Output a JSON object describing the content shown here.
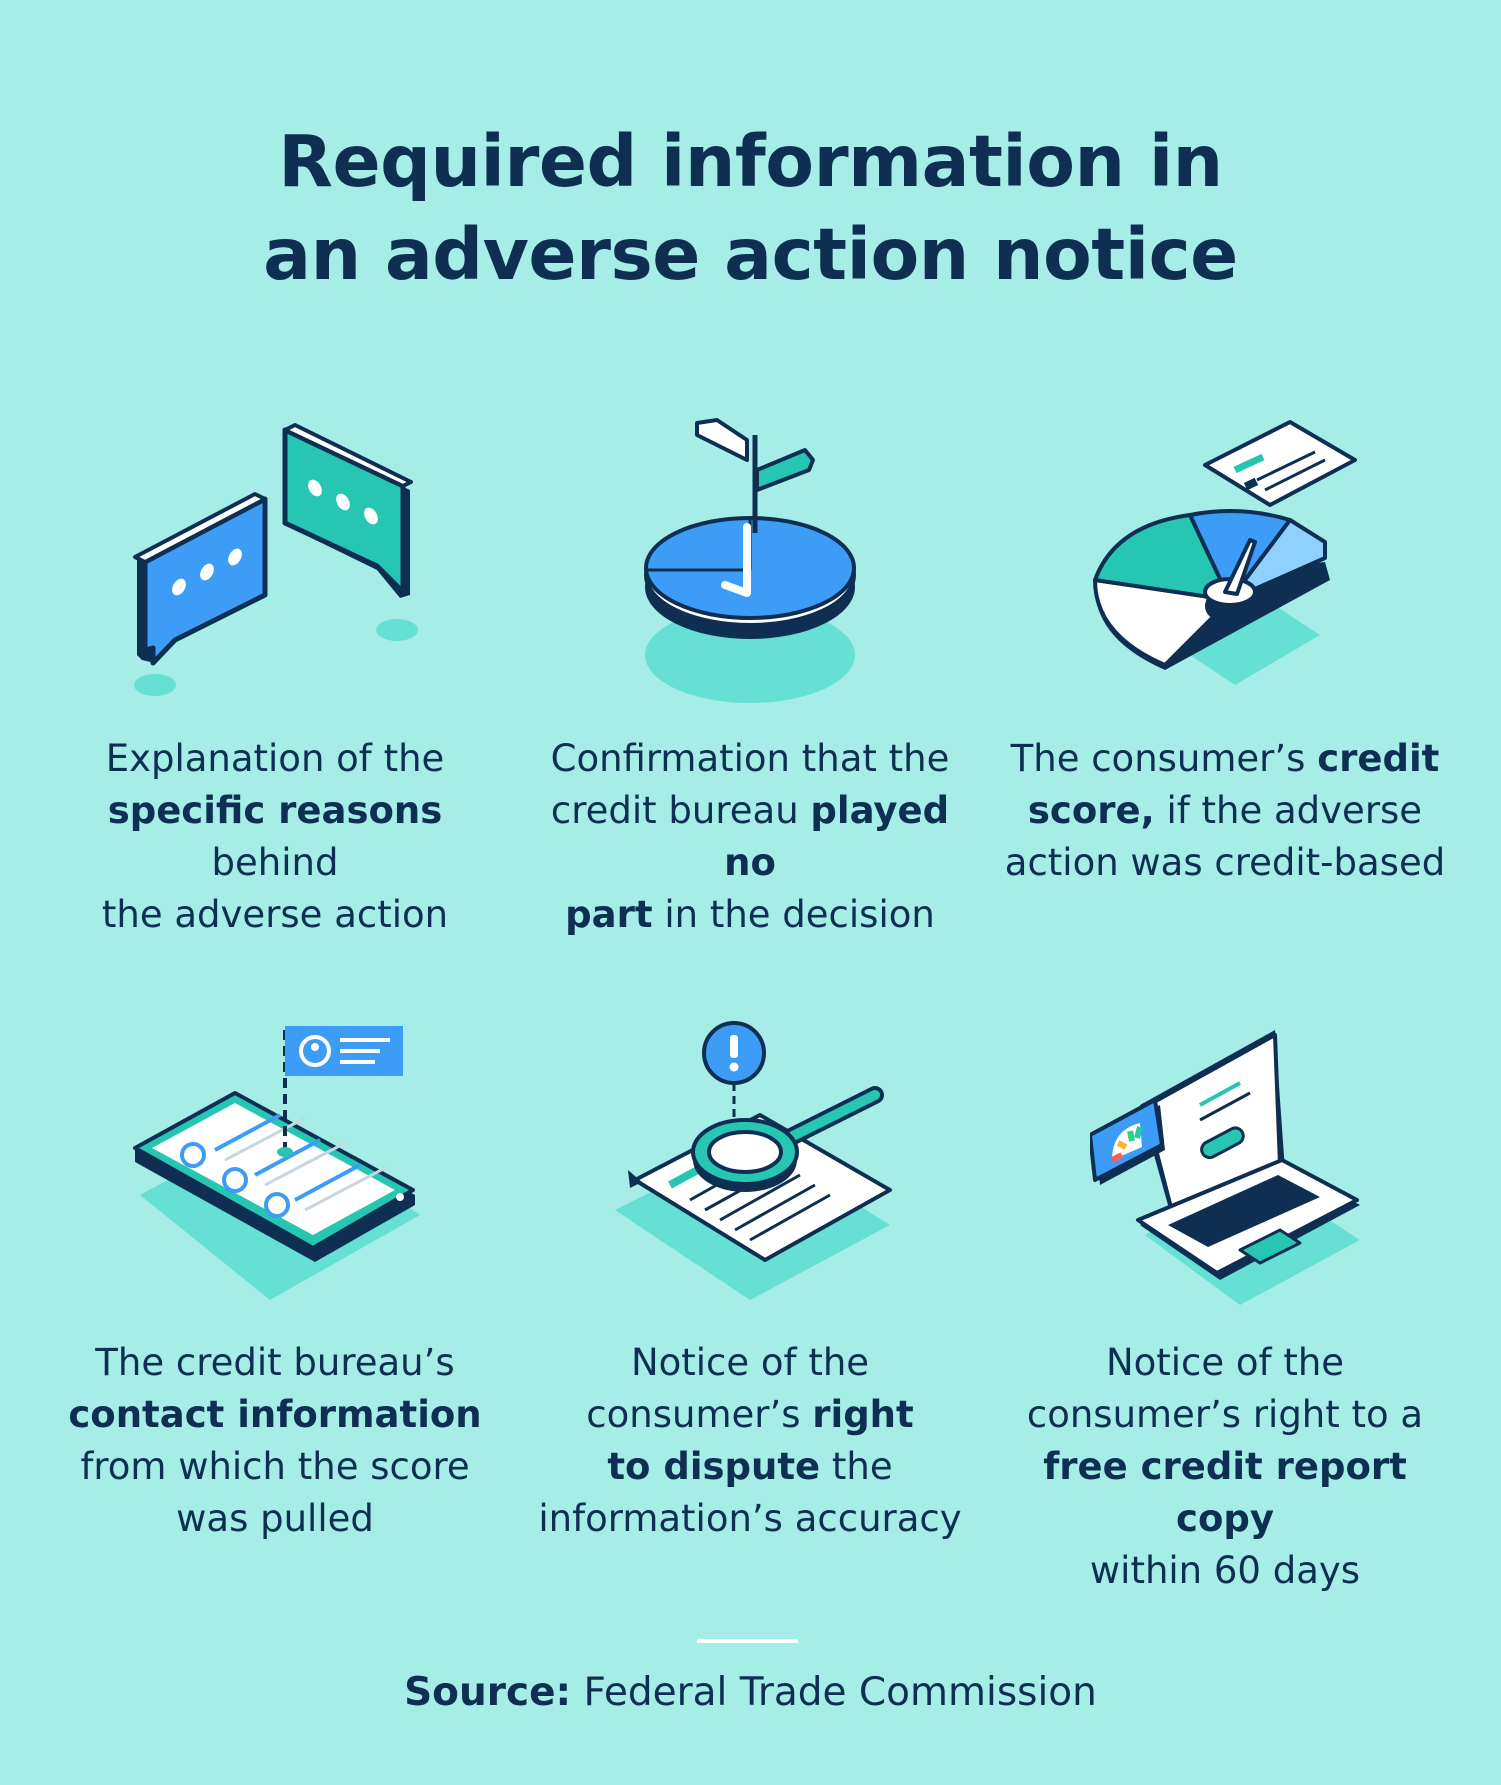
{
  "title": {
    "line1": "Required information in",
    "line2": "an adverse action notice"
  },
  "items": [
    {
      "icon": "speech-bubbles-icon",
      "parts": [
        {
          "t": "Explanation of the",
          "b": false
        },
        {
          "t": "specific reasons",
          "b": true
        },
        {
          "t": "behind",
          "b": false
        },
        {
          "t": "the adverse action",
          "b": false
        }
      ]
    },
    {
      "icon": "pie-chart-signpost-icon",
      "parts": [
        {
          "t": "Confirmation that the",
          "b": false
        },
        {
          "t": "credit bureau",
          "b": false
        },
        {
          "t": "played no",
          "b": true
        },
        {
          "t": "part",
          "b": true
        },
        {
          "t": "in the decision",
          "b": false
        }
      ]
    },
    {
      "icon": "credit-score-gauge-icon",
      "parts": [
        {
          "t": "The consumer’s",
          "b": false
        },
        {
          "t": "credit",
          "b": true
        },
        {
          "t": "score,",
          "b": true
        },
        {
          "t": "if the adverse",
          "b": false
        },
        {
          "t": "action was credit-based",
          "b": false
        }
      ]
    },
    {
      "icon": "tablet-contacts-icon",
      "parts": [
        {
          "t": "The credit bureau’s",
          "b": false
        },
        {
          "t": "contact information",
          "b": true
        },
        {
          "t": "from which the score",
          "b": false
        },
        {
          "t": "was pulled",
          "b": false
        }
      ]
    },
    {
      "icon": "magnifier-document-icon",
      "parts": [
        {
          "t": "Notice of the",
          "b": false
        },
        {
          "t": "consumer’s",
          "b": false
        },
        {
          "t": "right",
          "b": true
        },
        {
          "t": "to dispute",
          "b": true
        },
        {
          "t": "the",
          "b": false
        },
        {
          "t": "information’s accuracy",
          "b": false
        }
      ]
    },
    {
      "icon": "laptop-credit-report-icon",
      "parts": [
        {
          "t": "Notice of the",
          "b": false
        },
        {
          "t": "consumer’s right to a",
          "b": false
        },
        {
          "t": "free credit report copy",
          "b": true
        },
        {
          "t": "within 60 days",
          "b": false
        }
      ]
    }
  ],
  "source": {
    "label": "Source:",
    "value": "Federal Trade Commission"
  },
  "colors": {
    "background": "#a5ede6",
    "navy": "#0f2f52",
    "blue": "#3d9cf5",
    "teal": "#26c6b3",
    "shadow": "#66e0d4",
    "white": "#ffffff"
  }
}
